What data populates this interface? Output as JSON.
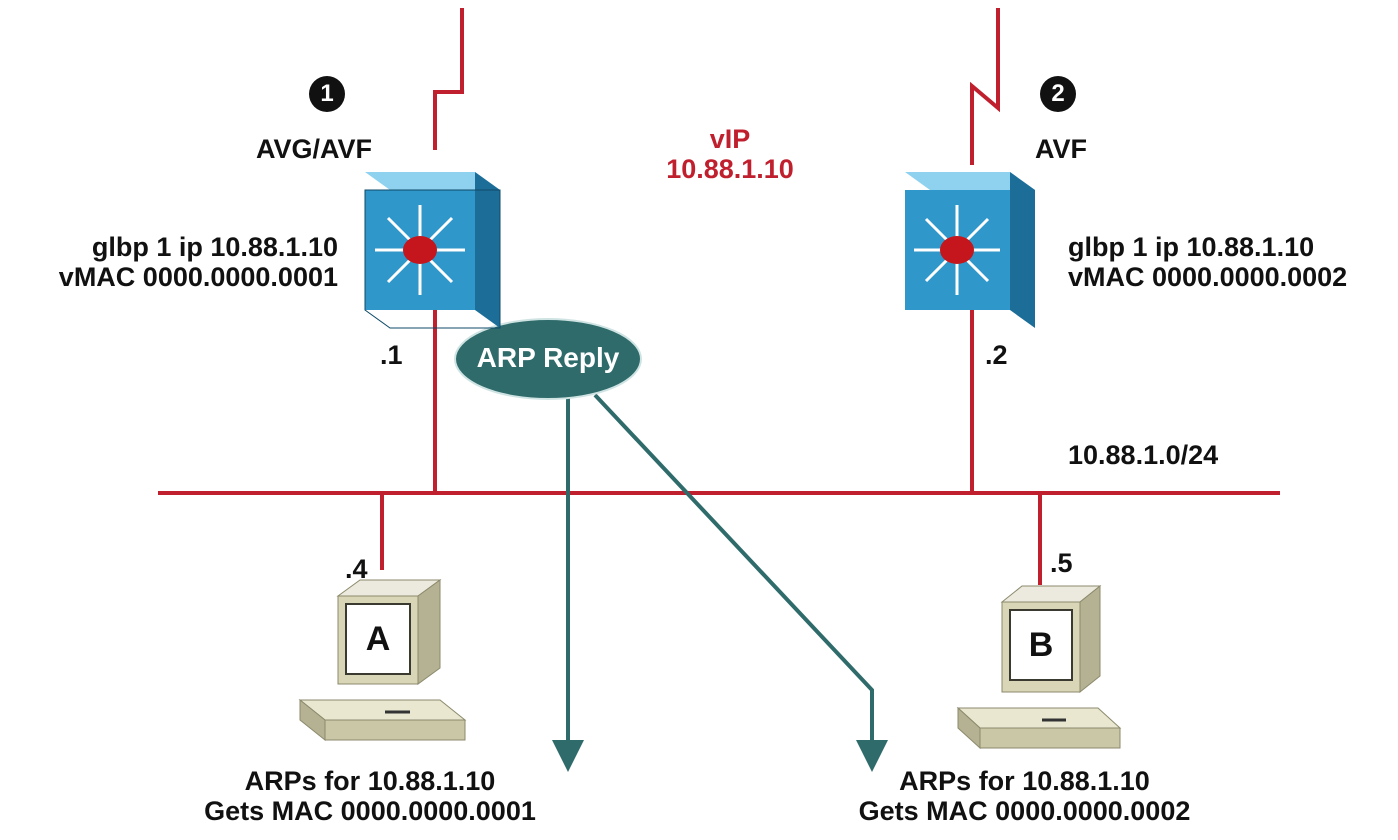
{
  "colors": {
    "link_red": "#c0202e",
    "arrow_teal": "#2f6b6b",
    "switch_blue": "#2f97c9",
    "pc_beige": "#d8d6b6"
  },
  "router1": {
    "step": "1",
    "role": "AVG/AVF",
    "config_line1": "glbp 1 ip 10.88.1.10",
    "config_line2": "vMAC 0000.0000.0001",
    "interface": ".1",
    "icon": "layer3-switch-icon"
  },
  "router2": {
    "step": "2",
    "role": "AVF",
    "config_line1": "glbp 1 ip 10.88.1.10",
    "config_line2": "vMAC 0000.0000.0002",
    "interface": ".2",
    "icon": "layer3-switch-icon"
  },
  "virtual_ip": {
    "label": "vIP",
    "address": "10.88.1.10"
  },
  "arp_reply": {
    "label": "ARP Reply"
  },
  "subnet": "10.88.1.0/24",
  "host_a": {
    "letter": "A",
    "interface": ".4",
    "caption_line1": "ARPs for 10.88.1.10",
    "caption_line2": "Gets MAC 0000.0000.0001",
    "icon": "workstation-icon"
  },
  "host_b": {
    "letter": "B",
    "interface": ".5",
    "caption_line1": "ARPs for 10.88.1.10",
    "caption_line2": "Gets MAC 0000.0000.0002",
    "icon": "workstation-icon"
  }
}
